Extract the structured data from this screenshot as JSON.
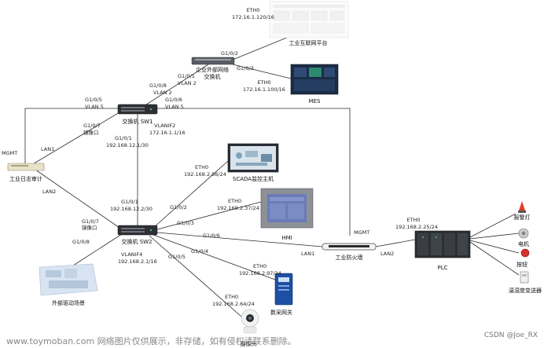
{
  "devices": {
    "iiot_platform": {
      "label": "工业互联网平台",
      "eth": "ETH0",
      "ip": "172.16.1.120/16"
    },
    "enterprise_switch": {
      "label_line1": "企业外部网络",
      "label_line2": "交换机"
    },
    "mes": {
      "label": "MES",
      "eth": "ETH0",
      "ip": "172.16.1.100/16"
    },
    "sw1": {
      "label": "交换机 SW1",
      "vlanif": "VLANIF2",
      "vlanif_ip": "172.16.1.1/16"
    },
    "log_audit": {
      "label": "工业日志审计",
      "mgmt": "MGMT"
    },
    "scada": {
      "label": "SCADA监控主机",
      "eth": "ETH0",
      "ip": "192.168.2.86/24"
    },
    "hmi": {
      "label": "HMI",
      "eth": "ETH0",
      "ip": "192.168.2.37/24"
    },
    "sw2": {
      "label": "交换机 SW2",
      "vlanif": "VLANIF4",
      "vlanif_ip": "192.168.2.1/16"
    },
    "firewall": {
      "label": "工业防火墙",
      "mgmt": "MGMT",
      "lan1": "LAN1",
      "lan2": "LAN2"
    },
    "plc": {
      "label": "PLC",
      "eth": "ETH0",
      "ip": "192.168.2.25/24"
    },
    "gateway": {
      "label": "数采网关",
      "eth": "ETH0",
      "ip": "192.168.2.97/24"
    },
    "camera": {
      "label": "摄像头",
      "eth": "ETH0",
      "ip": "192.168.2.64/24"
    },
    "external": {
      "label": "外部驱动场景"
    },
    "alarm": {
      "label": "报警灯"
    },
    "motor": {
      "label": "电机"
    },
    "button": {
      "label": "按钮"
    },
    "sensor": {
      "label": "温湿度变送器"
    }
  },
  "ports": {
    "es_g102": "G1/0/2",
    "es_g103": "G1/0/3",
    "es_g101": "G1/0/1",
    "es_vlan2": "VLAN 2",
    "sw1_g108": "G1/0/8",
    "sw1_vlan2": "VLAN 2",
    "sw1_g105": "G1/0/5",
    "sw1_vlan5_left": "VLAN 5",
    "sw1_g106": "G1/0/6",
    "sw1_vlan5_right": "VLAN 5",
    "sw1_g107": "G1/0/7",
    "sw1_mirror": "镜像口",
    "sw1_g101": "G1/0/1",
    "sw1_g101_ip": "192.168.12.1/30",
    "lan1_audit": "LAN1",
    "lan2_audit": "LAN2",
    "sw2_g101": "G1/0/1",
    "sw2_g101_ip": "192.168.12.2/30",
    "sw2_g102": "G1/0/2",
    "sw2_g103": "G1/0/3",
    "sw2_g106": "G1/0/6",
    "sw2_g104": "G1/0/4",
    "sw2_g105": "G1/0/5",
    "sw2_g107": "G1/0/7",
    "sw2_mirror": "镜像口",
    "sw2_g108": "G1/0/8"
  },
  "watermark": {
    "left": "www.toymoban.com 网络图片仅供展示，非存储，如有侵权请联系删除。",
    "right": "CSDN @Joe_RX"
  }
}
